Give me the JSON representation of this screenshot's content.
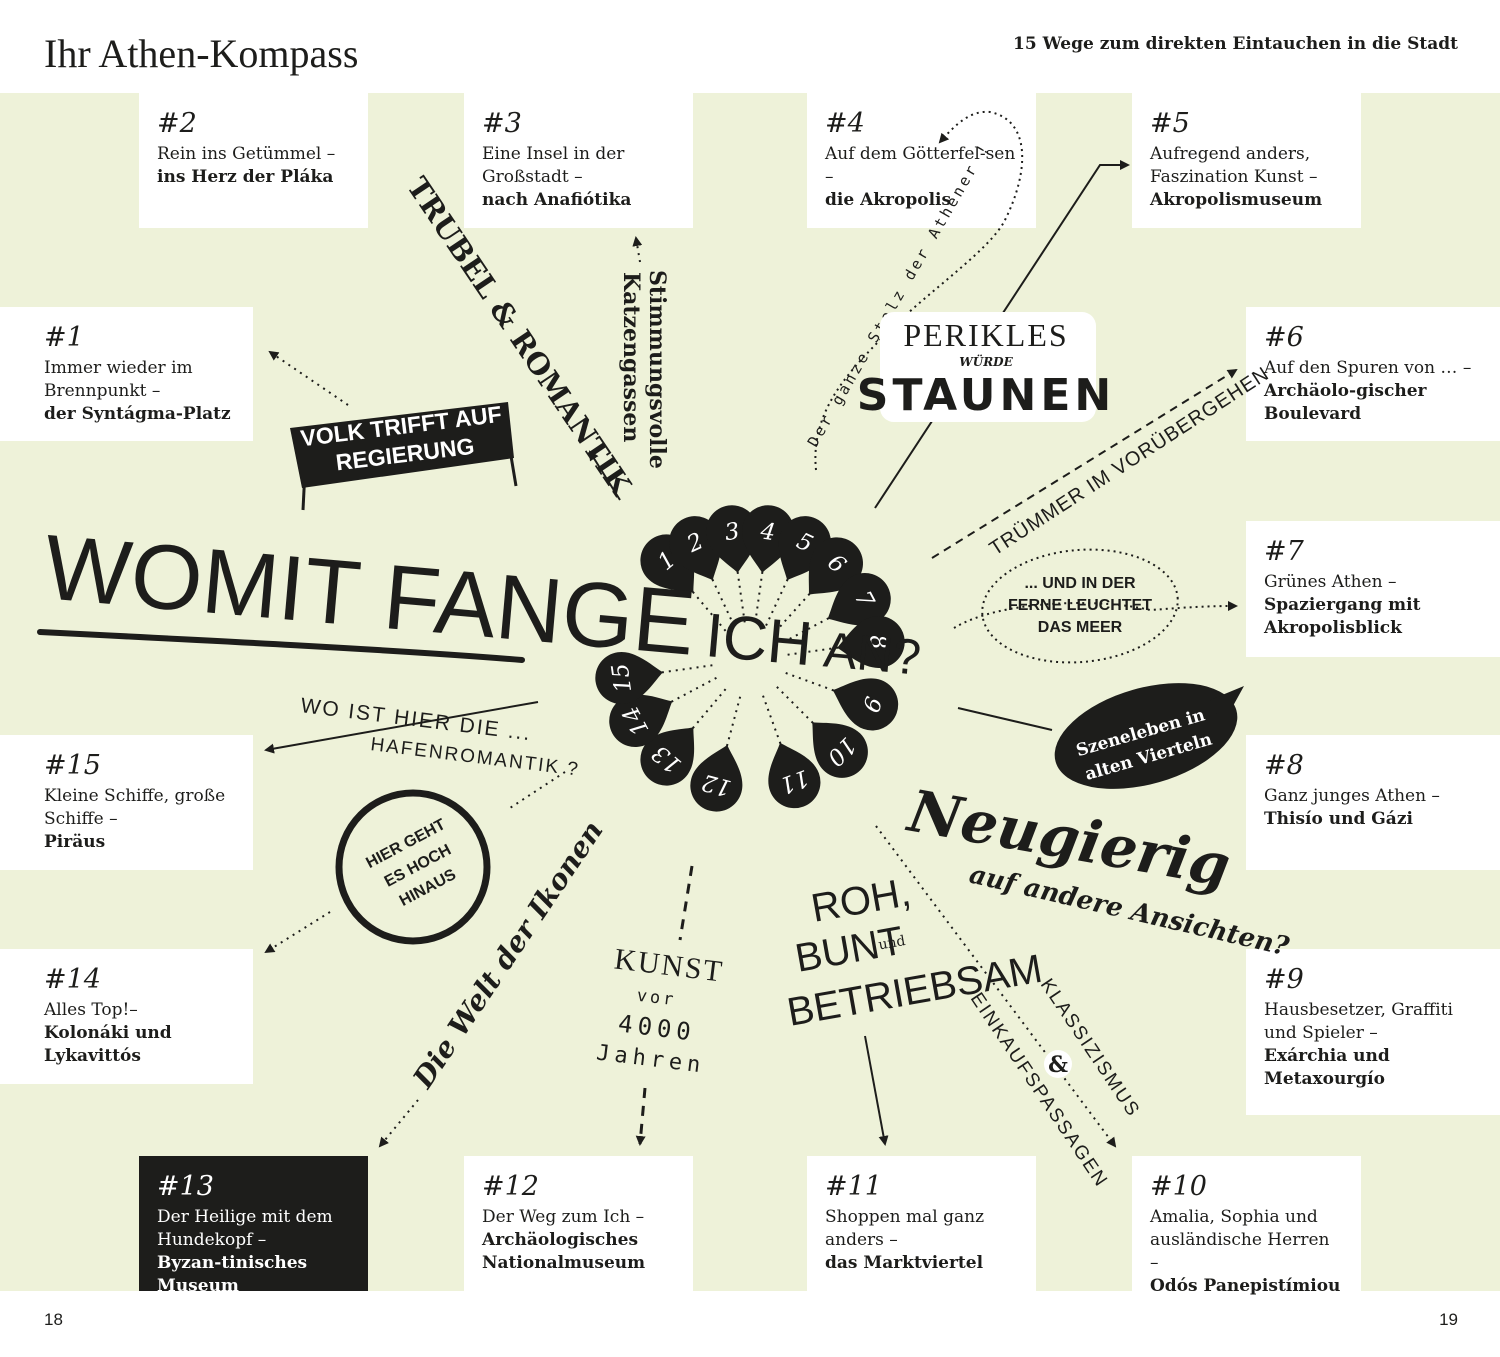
{
  "header": {
    "title": "Ihr Athen-Kompass",
    "subtitle": "15 Wege zum direkten Eintauchen in die Stadt"
  },
  "cards": [
    {
      "num": "#1",
      "a": "Immer wieder im Brennpunkt –",
      "b": "der Syntágma-Platz"
    },
    {
      "num": "#2",
      "a": "Rein ins Getümmel –",
      "b": "ins Herz der Pláka"
    },
    {
      "num": "#3",
      "a": "Eine Insel in der Großstadt –",
      "b": "nach Anafiótika"
    },
    {
      "num": "#4",
      "a": "Auf dem Götterfel-sen –",
      "b": "die Akropolis"
    },
    {
      "num": "#5",
      "a": "Aufregend anders, Faszination Kunst –",
      "b": "Akropolismuseum"
    },
    {
      "num": "#6",
      "a": "Auf den Spuren von … –",
      "b": "Archäolo-gischer Boulevard"
    },
    {
      "num": "#7",
      "a": "Grünes Athen –",
      "b": "Spaziergang mit Akropolisblick"
    },
    {
      "num": "#8",
      "a": "Ganz junges Athen –",
      "b": "Thisío und Gázi"
    },
    {
      "num": "#9",
      "a": "Hausbesetzer, Graffiti und Spieler –",
      "b": "Exárchia und Metaxourgío"
    },
    {
      "num": "#10",
      "a": "Amalia, Sophia und ausländische Herren –",
      "b": "Odós Panepistímiou"
    },
    {
      "num": "#11",
      "a": "Shoppen mal ganz anders –",
      "b": "das Marktviertel"
    },
    {
      "num": "#12",
      "a": "Der Weg zum Ich –",
      "b": "Archäologisches Nationalmuseum"
    },
    {
      "num": "#13",
      "a": "Der Heilige mit dem Hundekopf –",
      "b": "Byzan-tinisches Museum"
    },
    {
      "num": "#14",
      "a": "Alles Top!–",
      "b": "Kolonáki und Lykavittós"
    },
    {
      "num": "#15",
      "a": "Kleine Schiffe, große Schiffe –",
      "b": "Piräus"
    }
  ],
  "pins": [
    "1",
    "2",
    "3",
    "4",
    "5",
    "6",
    "7",
    "8",
    "9",
    "10",
    "11",
    "12",
    "13",
    "14",
    "15"
  ],
  "phrases": {
    "womit_1": "WOMIT FANGE",
    "womit_2": "ICH",
    "womit_3": "AN?",
    "trubel": "TRUBEL & ROMANTIK",
    "stimmung_1": "Stimmungsvolle",
    "stimmung_2": "Katzengassen",
    "volk_1": "VOLK TRIFFT AUF",
    "volk_2": "REGIERUNG",
    "stolz": "Der ganze Stolz der Athener !",
    "perikles_1": "PERIKLES",
    "perikles_2": "WÜRDE",
    "perikles_3": "STAUNEN",
    "truemmer": "TRÜMMER IM VORÜBERGEHEN",
    "meer_1": "... UND IN DER",
    "meer_2": "FERNE LEUCHTET",
    "meer_3": "DAS MEER",
    "szene_1": "Szeneleben in",
    "szene_2": "alten Vierteln",
    "hafen_1": "WO IST HIER DIE ...",
    "hafen_2": "HAFENROMANTIK ?",
    "hoch_1": "HIER GEHT",
    "hoch_2": "ES HOCH",
    "hoch_3": "HINAUS",
    "neugierig_1": "Neugierig",
    "neugierig_2": "auf andere Ansichten?",
    "ikonen": "Die Welt der Ikonen",
    "kunst_1": "KUNST",
    "kunst_2": "vor",
    "kunst_3": "4000",
    "kunst_4": "Jahren",
    "roh_1": "ROH,",
    "roh_2": "BUNT",
    "roh_3": "und",
    "roh_4": "BETRIEBSAM",
    "klassizismus": "KLASSIZISMUS",
    "amp": "&",
    "einkauf": "EINKAUFSPASSAGEN"
  },
  "footer": {
    "left_page": "18",
    "right_page": "19"
  },
  "colors": {
    "panel": "#eef2d9",
    "ink": "#1d1d1b",
    "card": "#ffffff"
  }
}
